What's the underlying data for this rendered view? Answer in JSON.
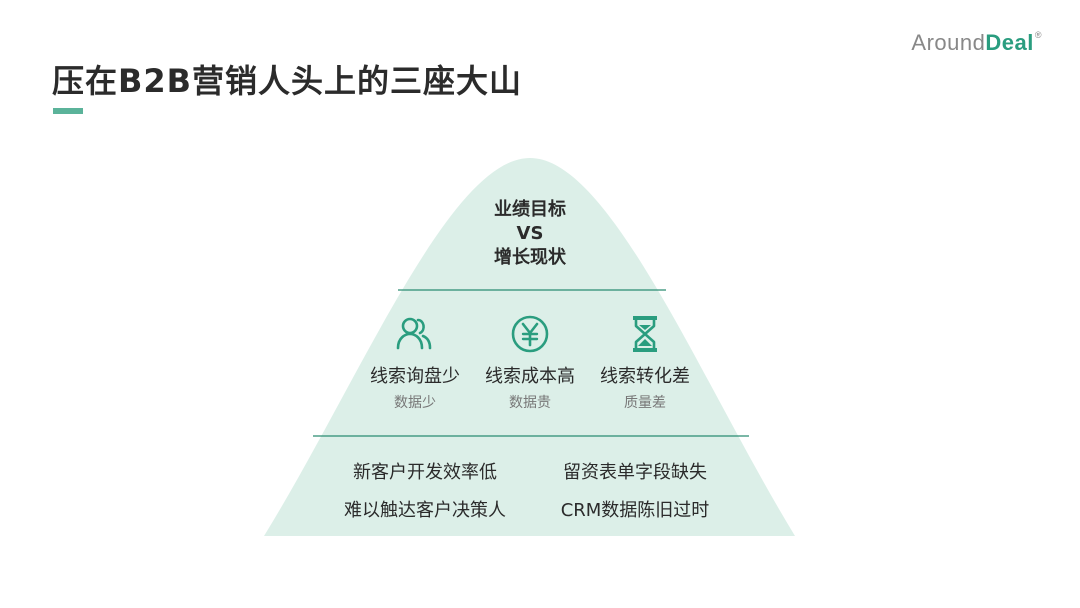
{
  "logo": {
    "around": "Around",
    "deal": "Deal",
    "reg": "®"
  },
  "title": "压在B2B营销人头上的三座大山",
  "mountain": {
    "peak": {
      "line1": "业绩目标",
      "line2": "VS",
      "line3": "增长现状"
    },
    "middle": [
      {
        "icon": "users-icon",
        "title": "线索询盘少",
        "subtitle": "数据少"
      },
      {
        "icon": "yen-icon",
        "title": "线索成本高",
        "subtitle": "数据贵"
      },
      {
        "icon": "hourglass-icon",
        "title": "线索转化差",
        "subtitle": "质量差"
      }
    ],
    "base": [
      "新客户开发效率低",
      "留资表单字段缺失",
      "难以触达客户决策人",
      "CRM数据陈旧过时"
    ]
  },
  "colors": {
    "accent": "#2a9d7f",
    "mountain_fill": "#dcefe8",
    "divider": "#2a8c72",
    "title_bar": "#5bb39a"
  }
}
